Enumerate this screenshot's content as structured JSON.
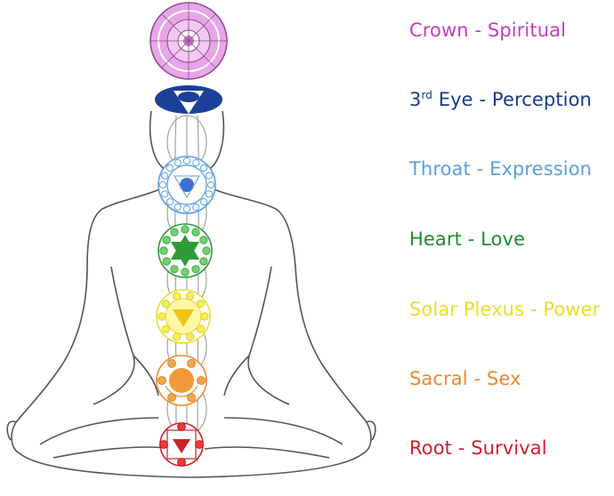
{
  "chakras": [
    {
      "key": "crown",
      "name": "Crown",
      "meaning": "Spiritual",
      "label": "Crown - Spiritual",
      "color": "#c53cc6"
    },
    {
      "key": "third-eye",
      "name": "3rd Eye",
      "meaning": "Perception",
      "label_prefix": "3",
      "label_sup": "rd",
      "label_suffix": " Eye - Perception",
      "color": "#183a8c"
    },
    {
      "key": "throat",
      "name": "Throat",
      "meaning": "Expression",
      "label": "Throat - Expression",
      "color": "#5b9fdc"
    },
    {
      "key": "heart",
      "name": "Heart",
      "meaning": "Love",
      "label": "Heart - Love",
      "color": "#1f8b2c"
    },
    {
      "key": "solar-plexus",
      "name": "Solar Plexus",
      "meaning": "Power",
      "label": "Solar Plexus - Power",
      "color": "#e9dd27"
    },
    {
      "key": "sacral",
      "name": "Sacral",
      "meaning": "Sex",
      "label": "Sacral - Sex",
      "color": "#ea8a2c"
    },
    {
      "key": "root",
      "name": "Root",
      "meaning": "Survival",
      "label": "Root - Survival",
      "color": "#d0202c"
    }
  ],
  "figure": {
    "line_color": "#555555",
    "spine_color": "#9a9a9a"
  }
}
